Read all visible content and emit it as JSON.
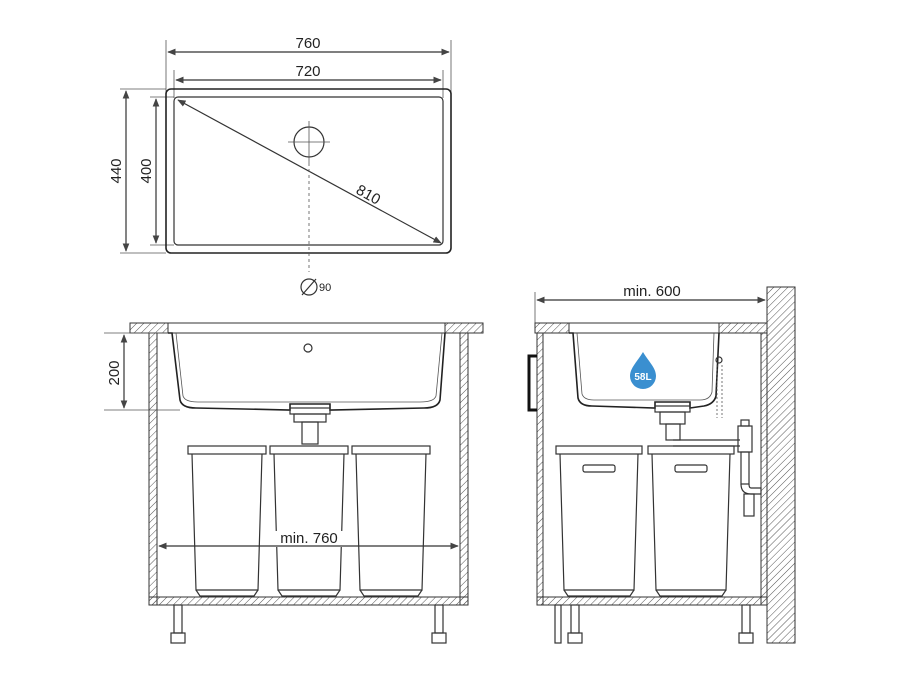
{
  "top_view": {
    "outer_width": "760",
    "inner_width": "720",
    "outer_depth": "440",
    "inner_depth": "400",
    "diagonal": "810",
    "drain_diameter": "90"
  },
  "front_view": {
    "bowl_depth": "200",
    "cabinet_min_width": "min. 760"
  },
  "side_view": {
    "cabinet_min_depth": "min. 600",
    "volume_badge": "58L",
    "badge_color": "#3a8fd0"
  },
  "colors": {
    "line": "#333333",
    "hatch": "#555555",
    "background": "#ffffff"
  }
}
